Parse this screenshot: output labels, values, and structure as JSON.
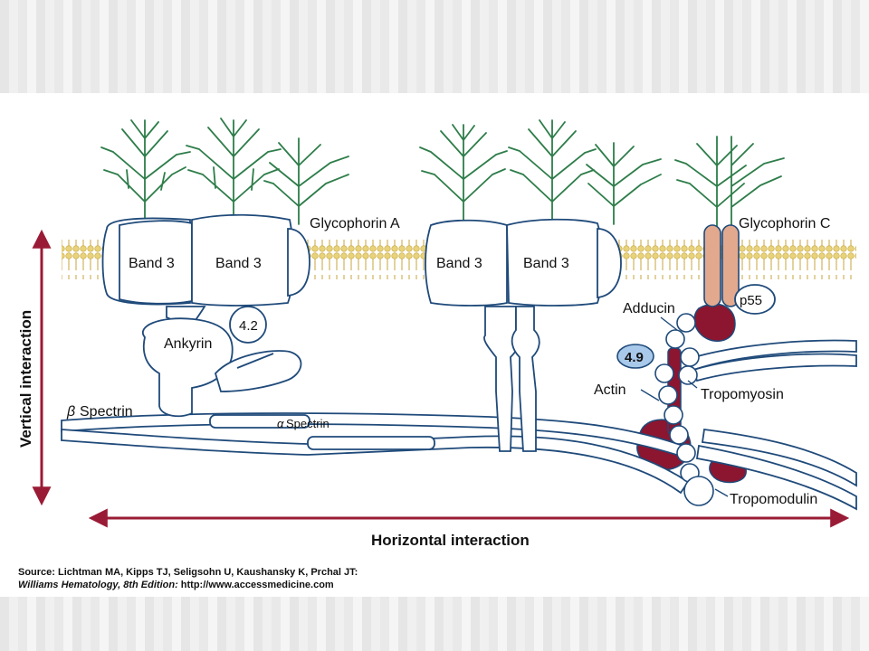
{
  "labels": {
    "glycophorin_a": "Glycophorin A",
    "glycophorin_c": "Glycophorin C",
    "band3": "Band 3",
    "ankyrin": "Ankyrin",
    "protein_42": "4.2",
    "beta_spectrin": "Spectrin",
    "beta_symbol": "β",
    "alpha_spectrin": "Spectrin",
    "alpha_symbol": "α",
    "adducin": "Adducin",
    "p55": "p55",
    "protein_49": "4.9",
    "actin": "Actin",
    "tropomyosin": "Tropomyosin",
    "tropomodulin": "Tropomodulin"
  },
  "axes": {
    "vertical": "Vertical interaction",
    "horizontal": "Horizontal interaction"
  },
  "source": {
    "line1": "Source: Lichtman MA, Kipps TJ, Seligsohn U, Kaushansky K, Prchal JT:",
    "line2_italic": "Williams Hematology, 8th Edition:",
    "line2_rest": " http://www.accessmedicine.com"
  },
  "colors": {
    "outline": "#1f4a7a",
    "glycan": "#2e7d4a",
    "lipid_head": "#e8d27a",
    "arrow": "#9a1b35",
    "dark_red": "#8c1530",
    "glycophorin_c": "#e2a98e",
    "protein_49_fill": "#a9c9ea"
  }
}
